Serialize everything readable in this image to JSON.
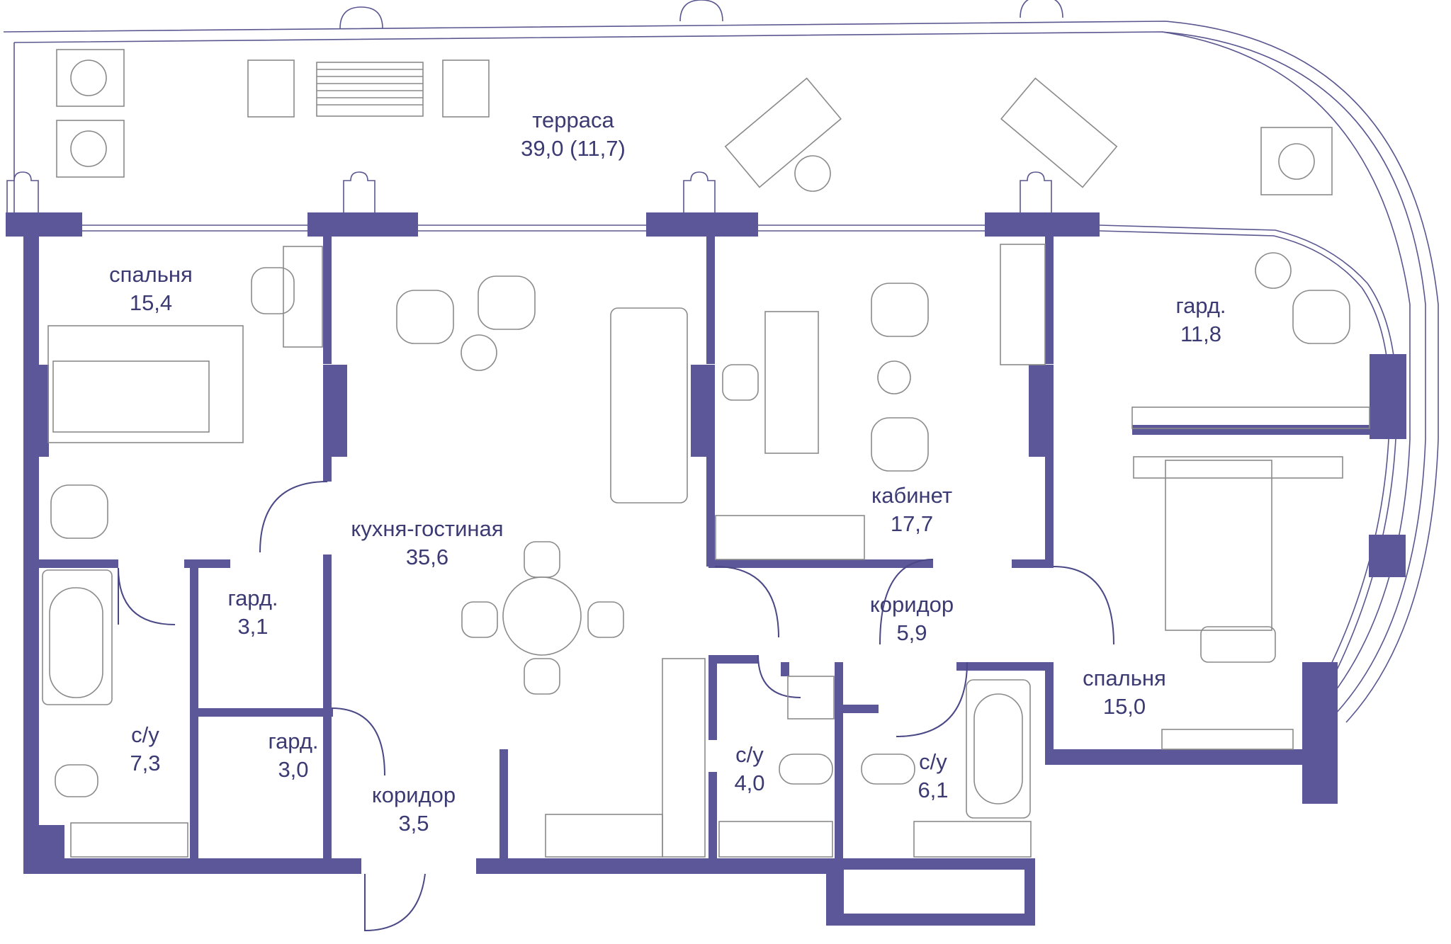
{
  "colors": {
    "wall": "#5b5798",
    "label": "#3c3a72",
    "furniture": "#8a8a8a"
  },
  "rooms": [
    {
      "id": "terrace",
      "name": "терраса",
      "area": "39,0 (11,7)"
    },
    {
      "id": "bedroom1",
      "name": "спальня",
      "area": "15,4"
    },
    {
      "id": "wardrobe1",
      "name": "гард.",
      "area": "11,8"
    },
    {
      "id": "kitchen",
      "name": "кухня-гостиная",
      "area": "35,6"
    },
    {
      "id": "study",
      "name": "кабинет",
      "area": "17,7"
    },
    {
      "id": "wardrobe2",
      "name": "гард.",
      "area": "3,1"
    },
    {
      "id": "corridor1",
      "name": "коридор",
      "area": "5,9"
    },
    {
      "id": "bedroom2",
      "name": "спальня",
      "area": "15,0"
    },
    {
      "id": "bath1",
      "name": "с/у",
      "area": "7,3"
    },
    {
      "id": "wardrobe3",
      "name": "гард.",
      "area": "3,0"
    },
    {
      "id": "bath2",
      "name": "с/у",
      "area": "4,0"
    },
    {
      "id": "bath3",
      "name": "с/у",
      "area": "6,1"
    },
    {
      "id": "corridor2",
      "name": "коридор",
      "area": "3,5"
    }
  ]
}
